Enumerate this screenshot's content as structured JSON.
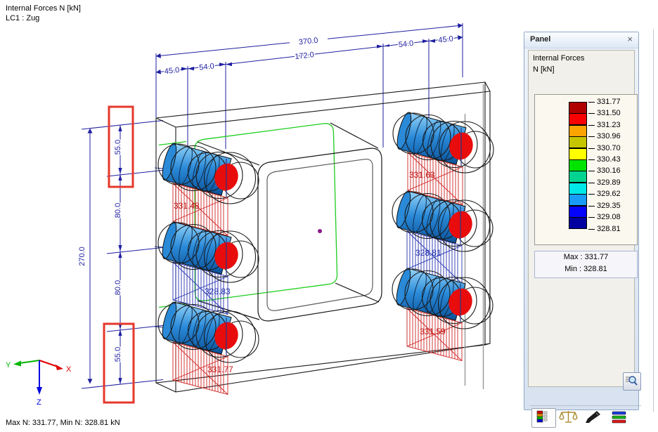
{
  "header": {
    "line1": "Internal Forces N [kN]",
    "line2": "LC1 : Zug"
  },
  "status_bar": {
    "text": "Max N: 331.77, Min N: 328.81 kN"
  },
  "dims": {
    "top_total": "370.0",
    "top_inner": "172.0",
    "top_left": [
      "45.0",
      "54.0"
    ],
    "top_right": [
      "54.0",
      "45.0"
    ],
    "left_total": "270.0",
    "left_chain": [
      "55.0",
      "80.0",
      "80.0",
      "55.0"
    ]
  },
  "bolts": [
    {
      "id": "top-left",
      "value": "331.48",
      "color": "#c01414"
    },
    {
      "id": "middle-left",
      "value": "328.83",
      "color": "#2330b0"
    },
    {
      "id": "bottom-left",
      "value": "331.77",
      "color": "#c01414"
    },
    {
      "id": "top-right",
      "value": "331.63",
      "color": "#c01414"
    },
    {
      "id": "middle-right",
      "value": "328.81",
      "color": "#2330b0"
    },
    {
      "id": "bottom-right",
      "value": "331.59",
      "color": "#c01414"
    }
  ],
  "axes": {
    "x": {
      "label": "X",
      "color": "#e00000"
    },
    "y": {
      "label": "Y",
      "color": "#00b400"
    },
    "z": {
      "label": "Z",
      "color": "#0000e0"
    }
  },
  "panel": {
    "title": "Panel",
    "close_label": "×",
    "result_line1": "Internal Forces",
    "result_line2": "N [kN]",
    "legend": {
      "values": [
        "331.77",
        "331.50",
        "331.23",
        "330.96",
        "330.70",
        "330.43",
        "330.16",
        "329.89",
        "329.62",
        "329.35",
        "329.08",
        "328.81"
      ],
      "colors": [
        "#b00000",
        "#fb0000",
        "#fba400",
        "#c6c600",
        "#ffff00",
        "#00e400",
        "#00d490",
        "#00e8e8",
        "#189cf8",
        "#0404fc",
        "#0000a0"
      ]
    },
    "max_label": "Max  :  331.77",
    "min_label": "Min   :  328.81",
    "tabs": [
      "color-scale",
      "scales",
      "caliper",
      "color-bars"
    ]
  }
}
